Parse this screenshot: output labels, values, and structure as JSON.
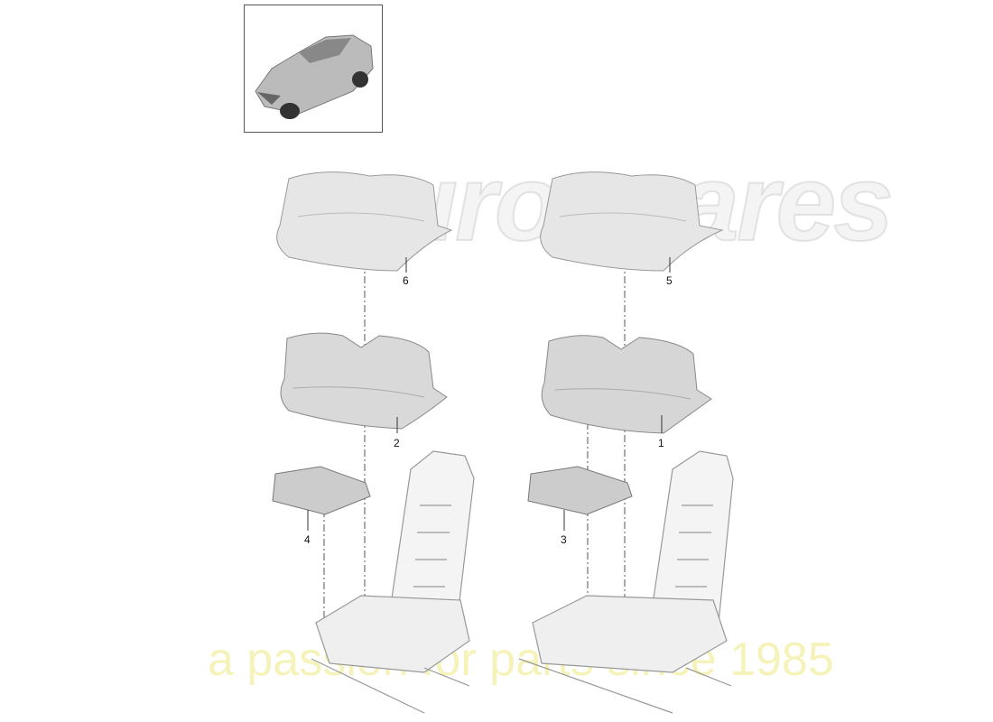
{
  "watermark": {
    "brand": "eurospares",
    "tagline": "a passion for parts since 1985",
    "tagline_color": "#efeb8c"
  },
  "thumbnail": {
    "icon": "car-suv-icon"
  },
  "parts": [
    {
      "number": "6",
      "name": "seat-cushion-cover-left"
    },
    {
      "number": "5",
      "name": "seat-cushion-cover-right"
    },
    {
      "number": "2",
      "name": "seat-cushion-left"
    },
    {
      "number": "1",
      "name": "seat-cushion-right"
    },
    {
      "number": "4",
      "name": "seat-heater-pad-left"
    },
    {
      "number": "3",
      "name": "seat-heater-pad-right"
    }
  ]
}
